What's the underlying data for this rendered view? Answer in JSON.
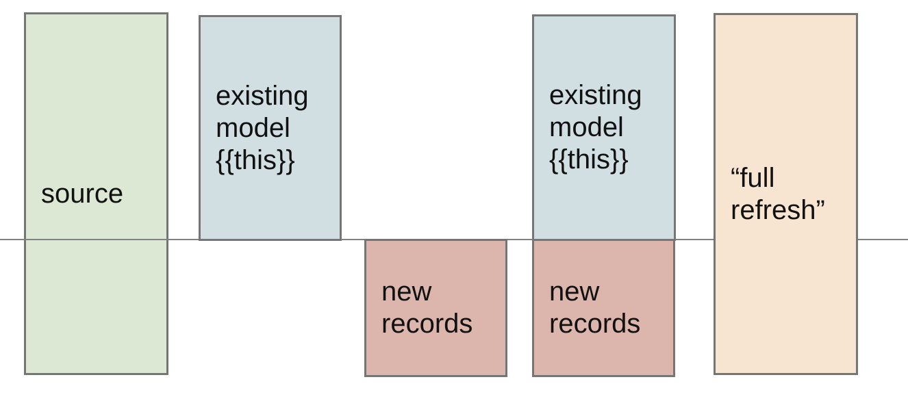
{
  "diagram": {
    "divider": {
      "color": "#808080"
    },
    "border_color": "#757575",
    "boxes": [
      {
        "name": "source",
        "label": "source",
        "fill": "#dce8d4"
      },
      {
        "name": "existing-model-1",
        "label": "existing\nmodel\n{{this}}",
        "fill": "#d1dfe3"
      },
      {
        "name": "new-records-1",
        "label": "new\nrecords",
        "fill": "#dcb6ac"
      },
      {
        "name": "existing-model-2",
        "label": "existing\nmodel\n{{this}}",
        "fill": "#d1dfe3"
      },
      {
        "name": "new-records-2",
        "label": "new\nrecords",
        "fill": "#dcb6ac"
      },
      {
        "name": "full-refresh",
        "label": "“full\nrefresh”",
        "fill": "#f8e5d1"
      }
    ]
  }
}
